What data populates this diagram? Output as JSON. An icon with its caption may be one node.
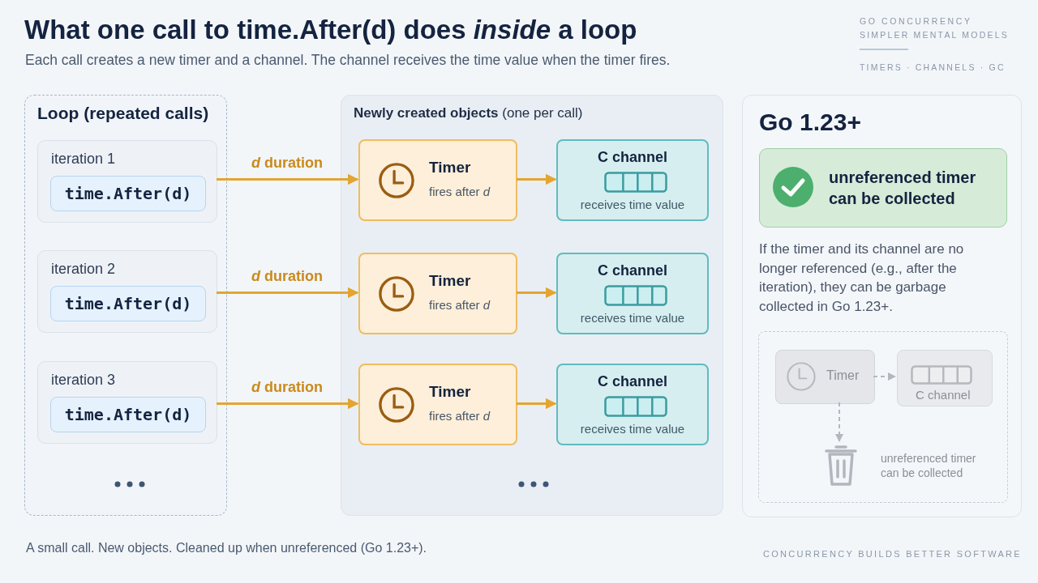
{
  "diagram": {
    "title": "What one call to time.After(d) does *inside* a loop",
    "caption": "A small call. New objects. Cleaned up when unreferenced (Go 1.23+).",
    "nodes": [
      {
        "text": [
          "**Loop** (repeated calls)"
        ]
      },
      {
        "text": [
          "iteration 1"
        ],
        "in": 0
      },
      {
        "text": [
          "time.After(d)"
        ],
        "in": 1
      },
      {
        "text": [
          "iteration 2"
        ],
        "in": 0
      },
      {
        "text": [
          "time.After(d)"
        ],
        "in": 3
      },
      {
        "text": [
          "iteration 3"
        ],
        "in": 0
      },
      {
        "text": [
          "time.After(d)"
        ],
        "in": 5
      },
      {
        "text": [
          "**Newly created objects** (one per call)"
        ]
      },
      {
        "text": [
          "Timer",
          "fires after *d*"
        ],
        "in": 7
      },
      {
        "text": [
          "C channel",
          "receives time value"
        ],
        "in": 7
      },
      {
        "text": [
          "Timer",
          "fires after *d*"
        ],
        "in": 7
      },
      {
        "text": [
          "C channel",
          "receives time value"
        ],
        "in": 7
      },
      {
        "text": [
          "Timer",
          "fires after *d*"
        ],
        "in": 7
      },
      {
        "text": [
          "C channel",
          "receives time value"
        ],
        "in": 7
      },
      {
        "text": [
          "Go 1.23+",
          "If the timer and its channel are no longer referenced (e.g., after the iteration), they can be garbage collected in Go 1.23+."
        ]
      },
      {
        "text": [
          "unreferenced timer can be collected"
        ],
        "in": 14
      },
      {
        "text": [],
        "shape": "box",
        "in": 14
      },
      {
        "text": [
          "Timer"
        ],
        "in": 16
      },
      {
        "text": [
          "C channel"
        ],
        "in": 16
      },
      {
        "text": [],
        "shape": "bin",
        "in": 16,
        "beside": [
          "unreferenced timer can be collected"
        ]
      }
    ],
    "edges": [
      {
        "from": 1,
        "to": 8,
        "arrow": "to",
        "label": "*d* duration"
      },
      {
        "from": 8,
        "to": 9,
        "arrow": "to"
      },
      {
        "from": 3,
        "to": 10,
        "arrow": "to",
        "label": "*d* duration"
      },
      {
        "from": 10,
        "to": 11,
        "arrow": "to"
      },
      {
        "from": 5,
        "to": 12,
        "arrow": "to",
        "label": "*d* duration"
      },
      {
        "from": 12,
        "to": 13,
        "arrow": "to"
      },
      {
        "from": 17,
        "to": 18,
        "arrow": "to",
        "style": "dashed",
        "color": "#b4b8be"
      },
      {
        "from": 17,
        "to": 19,
        "arrow": "to",
        "style": "dashed",
        "color": "#b4b8be"
      }
    ],
    "labels": [
      "Each call creates a new timer and a channel. The channel receives the time value when the timer fires.",
      "GO CONCURRENCY",
      "SIMPLER MENTAL MODELS",
      "TIMERS · CHANNELS · GC",
      "CONCURRENCY BUILDS BETTER SOFTWARE"
    ]
  }
}
